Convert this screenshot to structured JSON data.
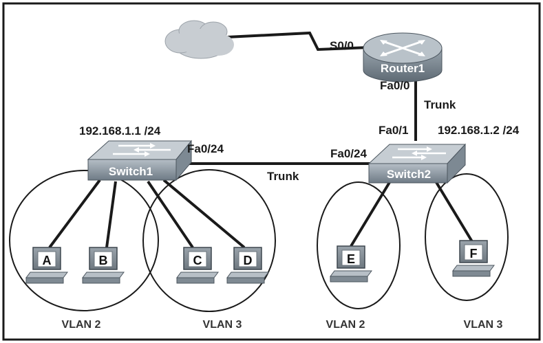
{
  "router": {
    "name": "Router1",
    "serial_port": "S0/0",
    "fa_port": "Fa0/0"
  },
  "router_switch2_link": {
    "label": "Trunk"
  },
  "switch1": {
    "name": "Switch1",
    "ip": "192.168.1.1 /24",
    "uplink_port": "Fa0/24"
  },
  "switch2": {
    "name": "Switch2",
    "ip": "192.168.1.2 /24",
    "uplink_port": "Fa0/24",
    "router_port": "Fa0/1"
  },
  "switch_link": {
    "label": "Trunk"
  },
  "hosts": [
    {
      "label": "A"
    },
    {
      "label": "B"
    },
    {
      "label": "C"
    },
    {
      "label": "D"
    },
    {
      "label": "E"
    },
    {
      "label": "F"
    }
  ],
  "vlans": [
    {
      "label": "VLAN 2"
    },
    {
      "label": "VLAN 3"
    },
    {
      "label": "VLAN 2"
    },
    {
      "label": "VLAN 3"
    }
  ],
  "colors": {
    "line": "#1a1a1a",
    "device": "#8a96a0",
    "device_dark": "#5f6b75",
    "cloud": "#c4c9cf"
  }
}
